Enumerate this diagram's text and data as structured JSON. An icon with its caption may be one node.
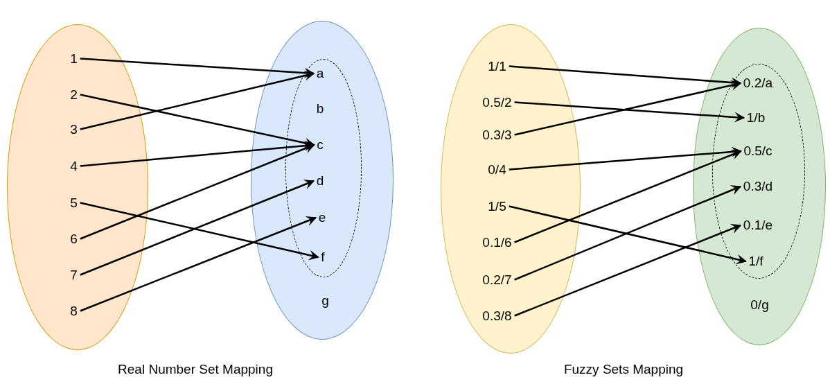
{
  "diagram": {
    "nodes": [
      {
        "text": [],
        "shape": "ellipse"
      },
      {
        "text": [
          "1"
        ],
        "in": 0
      },
      {
        "text": [
          "2"
        ],
        "in": 0
      },
      {
        "text": [
          "3"
        ],
        "in": 0
      },
      {
        "text": [
          "4"
        ],
        "in": 0
      },
      {
        "text": [
          "5"
        ],
        "in": 0
      },
      {
        "text": [
          "6"
        ],
        "in": 0
      },
      {
        "text": [
          "7"
        ],
        "in": 0
      },
      {
        "text": [
          "8"
        ],
        "in": 0
      },
      {
        "text": [],
        "shape": "ellipse"
      },
      {
        "text": [],
        "shape": "ellipse",
        "in": 9
      },
      {
        "text": [
          "a"
        ],
        "in": 10
      },
      {
        "text": [
          "b"
        ],
        "in": 10
      },
      {
        "text": [
          "c"
        ],
        "in": 10
      },
      {
        "text": [
          "d"
        ],
        "in": 10
      },
      {
        "text": [
          "e"
        ],
        "in": 10
      },
      {
        "text": [
          "f"
        ],
        "in": 10
      },
      {
        "text": [
          "g"
        ],
        "in": 9
      },
      {
        "text": [],
        "shape": "ellipse"
      },
      {
        "text": [
          "1/1"
        ],
        "in": 18
      },
      {
        "text": [
          "0.5/2"
        ],
        "in": 18
      },
      {
        "text": [
          "0.3/3"
        ],
        "in": 18
      },
      {
        "text": [
          "0/4"
        ],
        "in": 18
      },
      {
        "text": [
          "1/5"
        ],
        "in": 18
      },
      {
        "text": [
          "0.1/6"
        ],
        "in": 18
      },
      {
        "text": [
          "0.2/7"
        ],
        "in": 18
      },
      {
        "text": [
          "0.3/8"
        ],
        "in": 18
      },
      {
        "text": [],
        "shape": "ellipse"
      },
      {
        "text": [],
        "shape": "ellipse",
        "in": 27
      },
      {
        "text": [
          "0.2/a"
        ],
        "in": 28
      },
      {
        "text": [
          "1/b"
        ],
        "in": 28
      },
      {
        "text": [
          "0.5/c"
        ],
        "in": 28
      },
      {
        "text": [
          "0.3/d"
        ],
        "in": 28
      },
      {
        "text": [
          "0.1/e"
        ],
        "in": 28
      },
      {
        "text": [
          "1/f"
        ],
        "in": 28
      },
      {
        "text": [
          "0/g"
        ],
        "in": 27
      }
    ],
    "edges": [
      {
        "from": 1,
        "to": 11,
        "arrow": "to"
      },
      {
        "from": 2,
        "to": 13,
        "arrow": "to"
      },
      {
        "from": 3,
        "to": 11,
        "arrow": "to"
      },
      {
        "from": 4,
        "to": 13,
        "arrow": "to"
      },
      {
        "from": 5,
        "to": 16,
        "arrow": "to"
      },
      {
        "from": 6,
        "to": 13,
        "arrow": "to"
      },
      {
        "from": 7,
        "to": 14,
        "arrow": "to"
      },
      {
        "from": 8,
        "to": 15,
        "arrow": "to"
      },
      {
        "from": 19,
        "to": 29,
        "arrow": "to"
      },
      {
        "from": 20,
        "to": 30,
        "arrow": "to"
      },
      {
        "from": 21,
        "to": 29,
        "arrow": "to"
      },
      {
        "from": 22,
        "to": 31,
        "arrow": "to"
      },
      {
        "from": 23,
        "to": 34,
        "arrow": "to"
      },
      {
        "from": 24,
        "to": 31,
        "arrow": "to"
      },
      {
        "from": 25,
        "to": 32,
        "arrow": "to"
      },
      {
        "from": 26,
        "to": 33,
        "arrow": "to"
      }
    ],
    "labels": [
      "Real Number Set Mapping",
      "Fuzzy Sets Mapping"
    ]
  }
}
